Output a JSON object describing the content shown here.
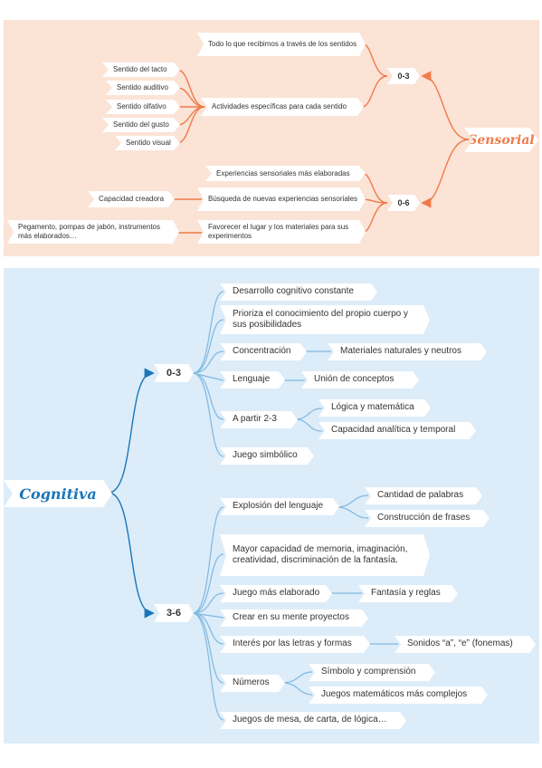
{
  "colors": {
    "sensorial_accent": "#f07a4a",
    "cognitiva_accent": "#1b76b8",
    "sensorial_bg": "#fbe3d6",
    "cognitiva_bg": "#dcecf9"
  },
  "sensorial": {
    "title": "Sensorial",
    "age_0_3": "0-3",
    "age_0_6": "0-6",
    "n1": "Todo lo que recibimos a través de los sentidos",
    "n2": "Actividades específicas para cada sentido",
    "senses": [
      "Sentido del tacto",
      "Sentido auditivo",
      "Sentido olfativo",
      "Sentido del gusto",
      "Sentido visual"
    ],
    "n3": "Experiencias sensoriales más elaboradas",
    "n4": "Búsqueda de nuevas experiencias sensoriales",
    "n4_child": "Capacidad creadora",
    "n5": "Favorecer el lugar y los materiales para sus experimentos",
    "n5_child": "Pegamento, pompas de jabón, instrumentos más elaborados…"
  },
  "cognitiva": {
    "title": "Cognitiva",
    "age_0_3": "0-3",
    "age_3_6": "3-6",
    "a1": "Desarrollo cognitivo constante",
    "a2": "Prioriza el conocimiento del propio cuerpo y sus posibilidades",
    "a3": "Concentración",
    "a3_child": "Materiales naturales y neutros",
    "a4": "Lenguaje",
    "a4_child": "Unión de conceptos",
    "a5": "A partir 2-3",
    "a5_child1": "Lógica y matemática",
    "a5_child2": "Capacidad analítica y temporal",
    "a6": "Juego simbólico",
    "b1": "Explosión del lenguaje",
    "b1_child1": "Cantidad de palabras",
    "b1_child2": "Construcción de frases",
    "b2": "Mayor capacidad de memoria, imaginación, creatividad, discriminación de la fantasía.",
    "b3": "Juego más elaborado",
    "b3_child": "Fantasía y reglas",
    "b4": "Crear en su mente proyectos",
    "b5": "Interés por las letras y formas",
    "b5_child": "Sonidos “a”, “e” (fonemas)",
    "b6": "Números",
    "b6_child1": "Símbolo y comprensión",
    "b6_child2": "Juegos matemáticos más complejos",
    "b7": "Juegos de mesa, de carta, de lógica…"
  }
}
